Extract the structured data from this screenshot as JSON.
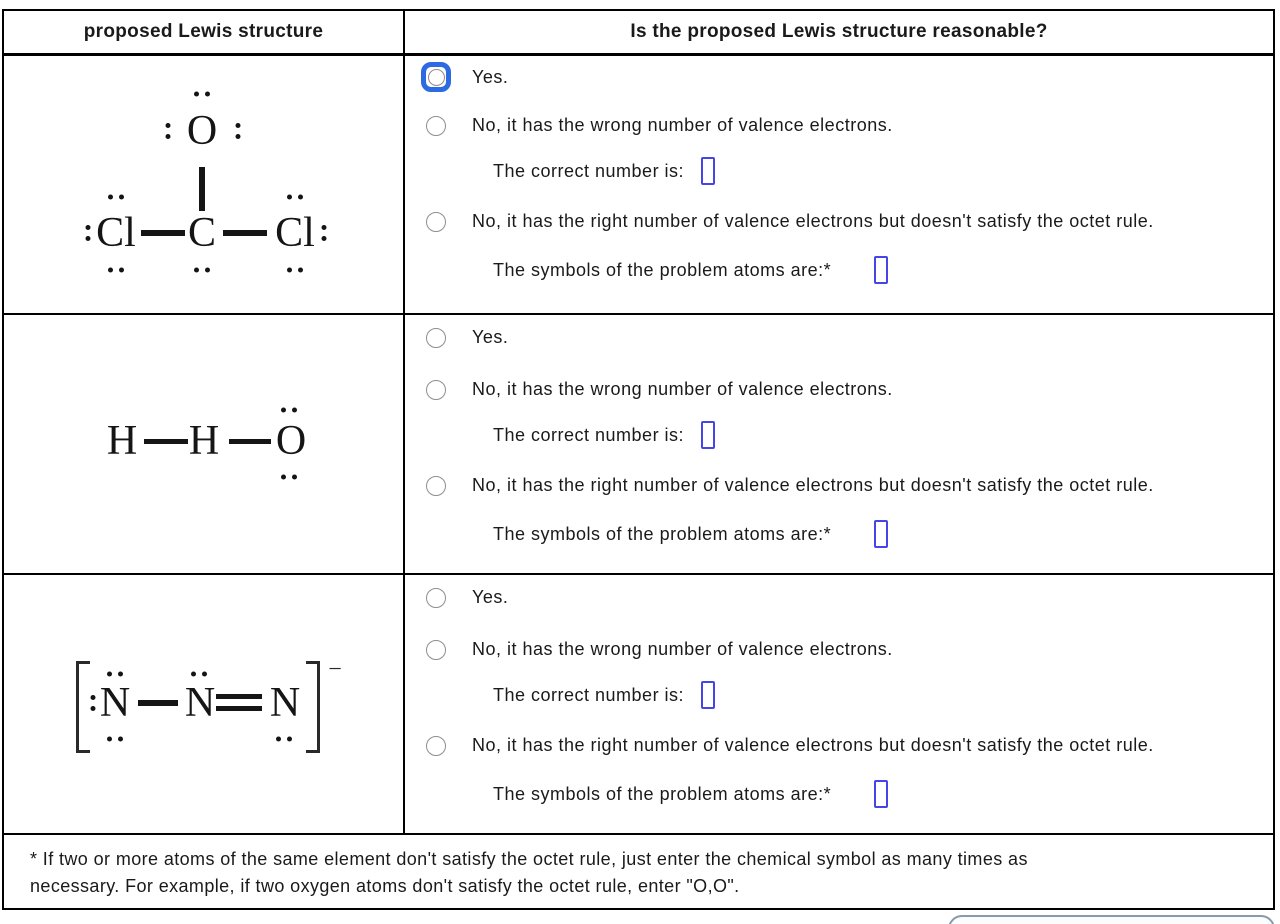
{
  "header": {
    "left": "proposed Lewis structure",
    "right": "Is the proposed Lewis structure reasonable?"
  },
  "rows": [
    {
      "structure": {
        "atoms": {
          "o": "O",
          "cl_left": "Cl",
          "c": "C",
          "cl_right": "Cl"
        }
      },
      "selected": "yes",
      "options": {
        "yes": "Yes.",
        "no_wrong_count": "No, it has the wrong number of valence electrons.",
        "correct_number_prompt": "The correct number is:",
        "no_octet": "No, it has the right number of valence electrons but doesn't satisfy the octet rule.",
        "problem_atoms_prompt": "The symbols of the problem atoms are:*"
      },
      "inputs": {
        "correct_number": "",
        "problem_atoms": ""
      }
    },
    {
      "structure": {
        "atoms": {
          "h1": "H",
          "h2": "H",
          "o": "O"
        }
      },
      "selected": null,
      "options": {
        "yes": "Yes.",
        "no_wrong_count": "No, it has the wrong number of valence electrons.",
        "correct_number_prompt": "The correct number is:",
        "no_octet": "No, it has the right number of valence electrons but doesn't satisfy the octet rule.",
        "problem_atoms_prompt": "The symbols of the problem atoms are:*"
      },
      "inputs": {
        "correct_number": "",
        "problem_atoms": ""
      }
    },
    {
      "structure": {
        "atoms": {
          "n1": "N",
          "n2": "N",
          "n3": "N"
        },
        "charge": "−"
      },
      "selected": null,
      "options": {
        "yes": "Yes.",
        "no_wrong_count": "No, it has the wrong number of valence electrons.",
        "correct_number_prompt": "The correct number is:",
        "no_octet": "No, it has the right number of valence electrons but doesn't satisfy the octet rule.",
        "problem_atoms_prompt": "The symbols of the problem atoms are:*"
      },
      "inputs": {
        "correct_number": "",
        "problem_atoms": ""
      }
    }
  ],
  "footnote": "* If two or more atoms of the same element don't satisfy the octet rule, just enter the chemical symbol as many times as necessary. For example, if two oxygen atoms don't satisfy the octet rule, enter \"O,O\".",
  "colors": {
    "selected_radio_ring": "#2c6be2",
    "radio_border": "#8e8e8e",
    "input_border": "#4646e8",
    "table_border": "#000000",
    "cutoff_panel_border": "#8a9aa8"
  }
}
